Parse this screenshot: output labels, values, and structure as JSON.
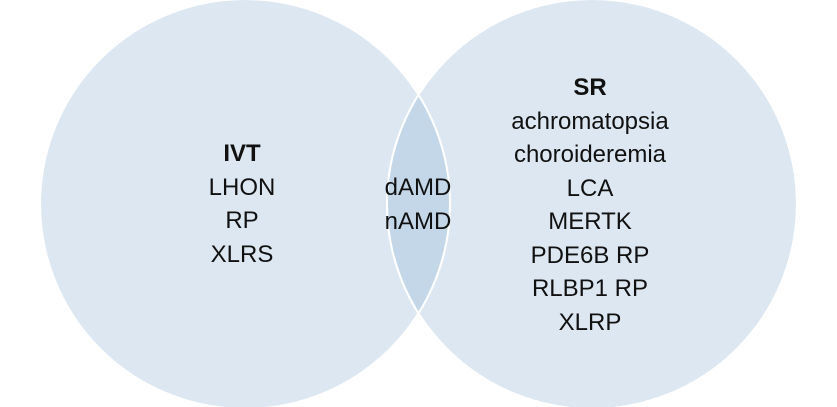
{
  "colors": {
    "circle_fill": "#dce7f2",
    "circle_stroke": "#ffffff",
    "overlap_fill": "#c3d7e9",
    "text": "#111111"
  },
  "venn": {
    "left": {
      "title": "IVT",
      "items": [
        "LHON",
        "RP",
        "XLRS"
      ]
    },
    "overlap": {
      "items": [
        "dAMD",
        "nAMD"
      ]
    },
    "right": {
      "title": "SR",
      "items": [
        "achromatopsia",
        "choroideremia",
        "LCA",
        "MERTK",
        "PDE6B RP",
        "RLBP1 RP",
        "XLRP"
      ]
    }
  }
}
